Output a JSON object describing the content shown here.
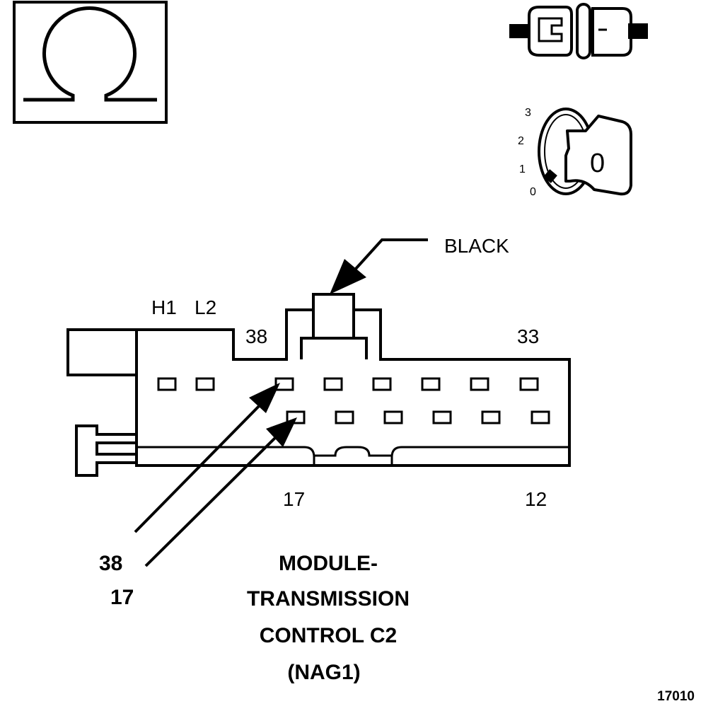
{
  "symbols": {
    "ohm_icon": "ohm-icon",
    "connector_icon": "connector-icon",
    "ignition_icon": "ignition-key-icon"
  },
  "ignition": {
    "positions": [
      "3",
      "2",
      "1",
      "0"
    ],
    "key_label": "0"
  },
  "connector": {
    "color_label": "BLACK",
    "cavity_labels": [
      "H1",
      "L2"
    ],
    "top_row_first": "38",
    "top_row_last": "33",
    "bottom_row_first": "17",
    "bottom_row_last": "12"
  },
  "callouts": [
    "38",
    "17"
  ],
  "title_lines": [
    "MODULE-",
    "TRANSMISSION",
    "CONTROL C2",
    "(NAG1)"
  ],
  "figure_number": "17010"
}
